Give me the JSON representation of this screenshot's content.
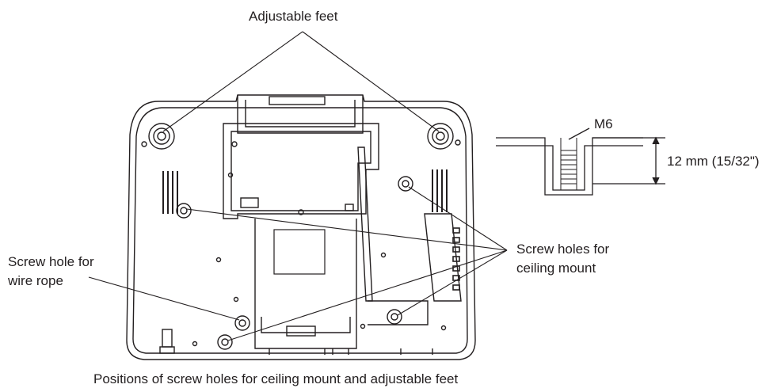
{
  "labels": {
    "adjustable_feet": "Adjustable feet",
    "screw_hole_wire_line1": "Screw hole for",
    "screw_hole_wire_line2": "wire rope",
    "screw_holes_ceiling_line1": "Screw holes for",
    "screw_holes_ceiling_line2": "ceiling mount",
    "thread_size": "M6",
    "depth": "12 mm (15/32\")"
  },
  "caption": "Positions of screw holes for ceiling mount and adjustable feet",
  "colors": {
    "line": "#231f20",
    "background": "#ffffff"
  }
}
